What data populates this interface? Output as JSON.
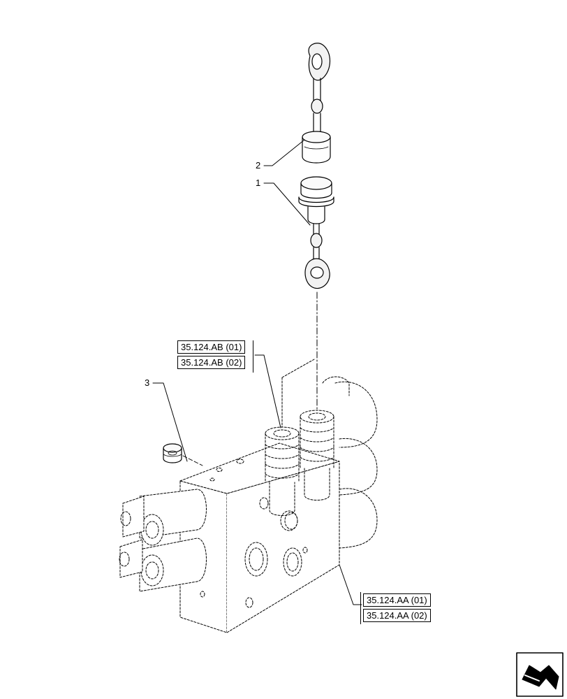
{
  "callouts": {
    "part_1": "1",
    "part_2": "2",
    "part_3": "3"
  },
  "references": {
    "upper_1": "35.124.AB (01)",
    "upper_2": "35.124.AB (02)",
    "lower_1": "35.124.AA (01)",
    "lower_2": "35.124.AA (02)"
  },
  "nav_icon": "arrow-navigation-icon"
}
